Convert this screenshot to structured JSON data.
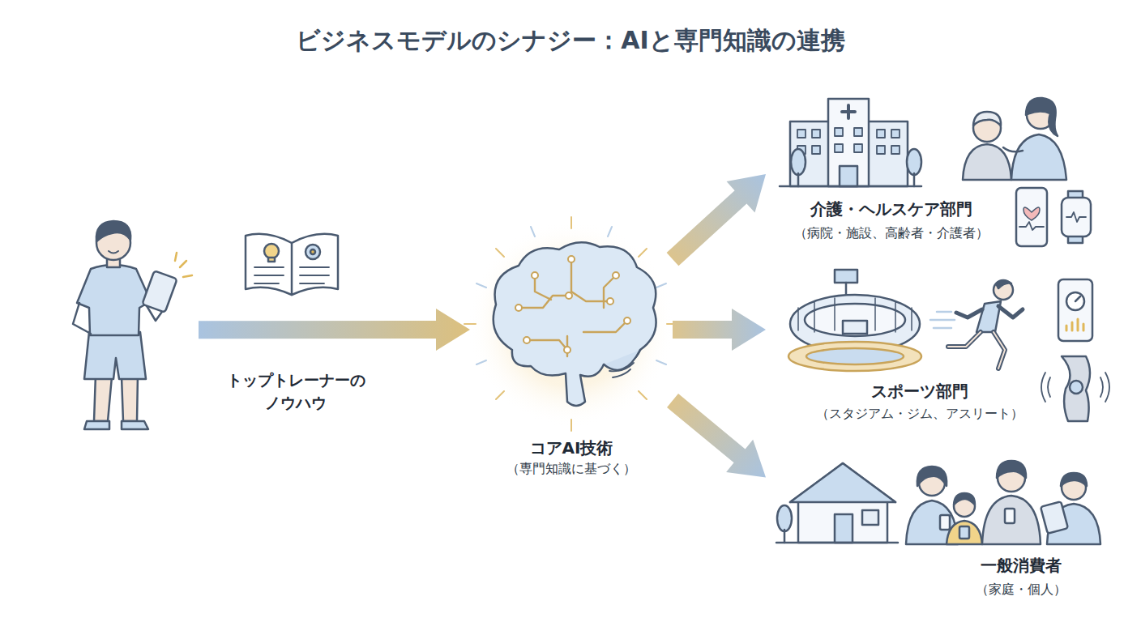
{
  "diagram": {
    "title": "ビジネスモデルのシナジー：AIと専門知識の連携",
    "nodes": [
      {
        "text": [
          "トップトレーナーの ノウハウ"
        ]
      },
      {
        "text": [
          "コアAI技術",
          "（専門知識に基づく）"
        ]
      },
      {
        "text": [
          "介護・ヘルスケア部門",
          "（病院・施設、高齢者・介護者）"
        ]
      },
      {
        "text": [
          "スポーツ部門",
          "（スタジアム・ジム、アスリート）"
        ]
      },
      {
        "text": [
          "一般消費者",
          "（家庭・個人）"
        ]
      }
    ],
    "edges": [
      {
        "from": 0,
        "to": 1,
        "arrow": "to"
      },
      {
        "from": 1,
        "to": 2,
        "arrow": "to"
      },
      {
        "from": 1,
        "to": 3,
        "arrow": "to"
      },
      {
        "from": 1,
        "to": 4,
        "arrow": "to"
      }
    ]
  }
}
